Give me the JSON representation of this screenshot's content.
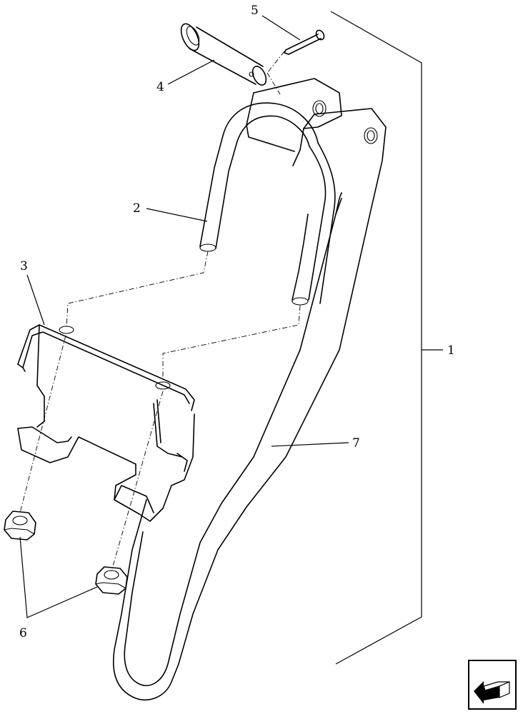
{
  "diagram": {
    "callouts": [
      {
        "id": "label-1",
        "text": "1"
      },
      {
        "id": "label-2",
        "text": "2"
      },
      {
        "id": "label-3",
        "text": "3"
      },
      {
        "id": "label-4",
        "text": "4"
      },
      {
        "id": "label-5",
        "text": "5"
      },
      {
        "id": "label-6",
        "text": "6"
      },
      {
        "id": "label-7",
        "text": "7"
      }
    ],
    "parts": [
      {
        "number": "1",
        "name": "assembly-bracket"
      },
      {
        "number": "2",
        "name": "u-bolt"
      },
      {
        "number": "3",
        "name": "mounting-plate"
      },
      {
        "number": "4",
        "name": "pin"
      },
      {
        "number": "5",
        "name": "cotter-pin"
      },
      {
        "number": "6",
        "name": "nut"
      },
      {
        "number": "7",
        "name": "support-arm"
      }
    ]
  },
  "navigation": {
    "icon": "return-arrow-icon"
  }
}
